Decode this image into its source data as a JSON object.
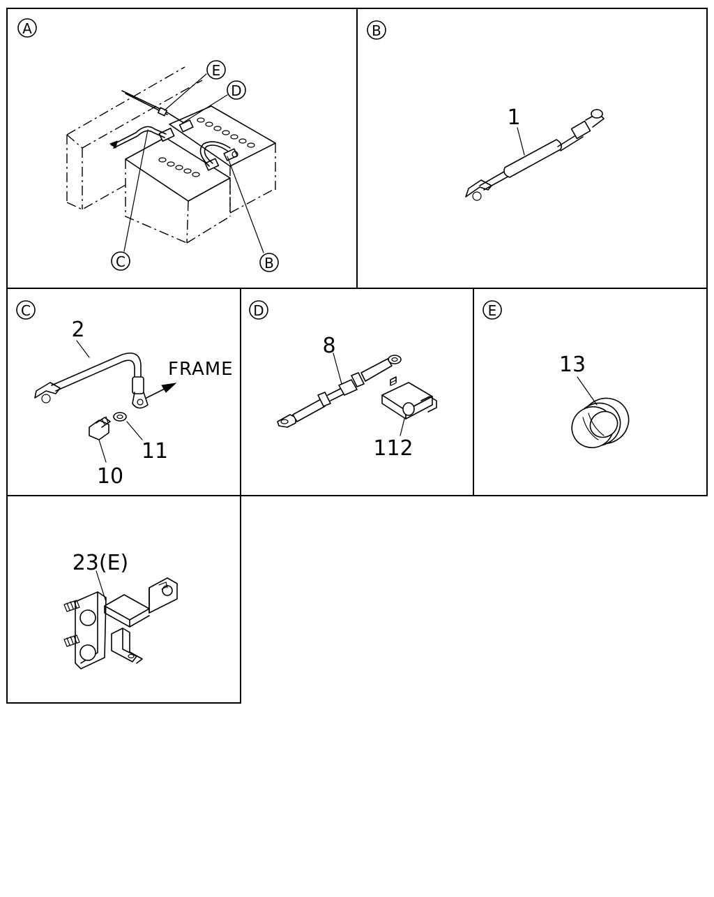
{
  "panels": {
    "A": {
      "badge": "A",
      "callouts": {
        "e": "E",
        "d": "D",
        "c": "C",
        "b": "B"
      }
    },
    "B": {
      "badge": "B",
      "part": "1"
    },
    "C": {
      "badge": "C",
      "parts": {
        "cable": "2",
        "washer": "11",
        "bolt": "10"
      },
      "arrow_label": "FRAME"
    },
    "D": {
      "badge": "D",
      "parts": {
        "cable": "8",
        "terminal": "112"
      }
    },
    "E": {
      "badge": "E",
      "part": "13"
    },
    "F": {
      "part": "23(E)"
    }
  }
}
